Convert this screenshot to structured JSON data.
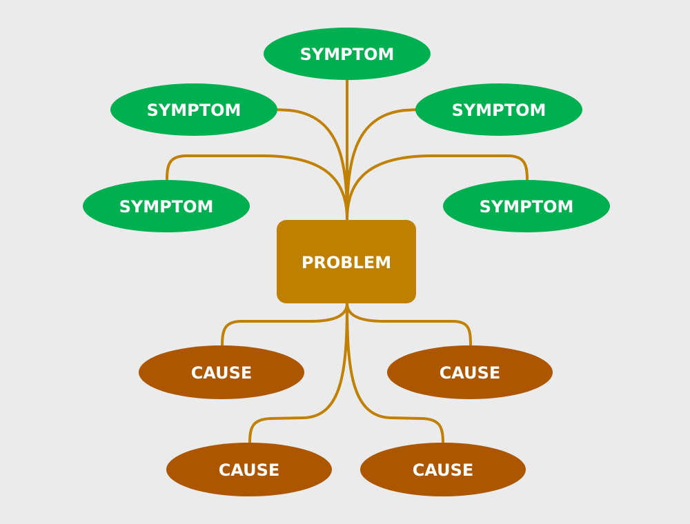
{
  "diagram": {
    "title": "Problem / Symptom / Cause tree",
    "colors": {
      "background": "#ebebeb",
      "symptom": "#00b050",
      "problem": "#bf8000",
      "cause": "#ad5600",
      "connector": "#c08000",
      "text": "#ffffff"
    },
    "problem": {
      "label": "PROBLEM"
    },
    "symptoms": [
      {
        "id": "symptom-top",
        "label": "SYMPTOM"
      },
      {
        "id": "symptom-upper-left",
        "label": "SYMPTOM"
      },
      {
        "id": "symptom-upper-right",
        "label": "SYMPTOM"
      },
      {
        "id": "symptom-lower-left",
        "label": "SYMPTOM"
      },
      {
        "id": "symptom-lower-right",
        "label": "SYMPTOM"
      }
    ],
    "causes": [
      {
        "id": "cause-upper-left",
        "label": "CAUSE"
      },
      {
        "id": "cause-upper-right",
        "label": "CAUSE"
      },
      {
        "id": "cause-lower-left",
        "label": "CAUSE"
      },
      {
        "id": "cause-lower-right",
        "label": "CAUSE"
      }
    ],
    "edges": [
      {
        "from": "problem",
        "to": "symptom-top"
      },
      {
        "from": "problem",
        "to": "symptom-upper-left"
      },
      {
        "from": "problem",
        "to": "symptom-upper-right"
      },
      {
        "from": "problem",
        "to": "symptom-lower-left"
      },
      {
        "from": "problem",
        "to": "symptom-lower-right"
      },
      {
        "from": "problem",
        "to": "cause-upper-left"
      },
      {
        "from": "problem",
        "to": "cause-upper-right"
      },
      {
        "from": "problem",
        "to": "cause-lower-left"
      },
      {
        "from": "problem",
        "to": "cause-lower-right"
      }
    ]
  }
}
